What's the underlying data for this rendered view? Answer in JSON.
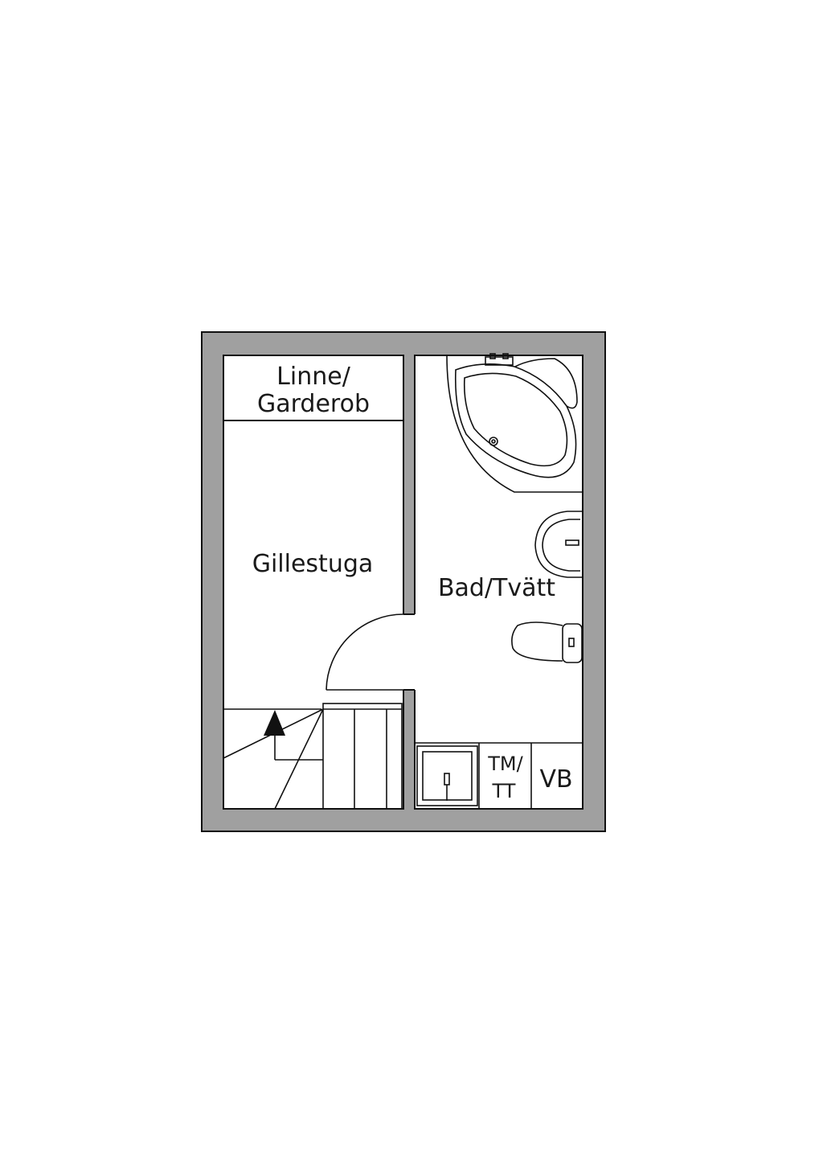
{
  "rooms": {
    "linne_line1": "Linne/",
    "linne_line2": "Garderob",
    "gillestuga": "Gillestuga",
    "bad": "Bad/Tvätt",
    "tm_line1": "TM/",
    "tm_line2": "TT",
    "vb": "VB"
  },
  "colors": {
    "wall": "#a0a0a0",
    "line": "#111111",
    "background": "#ffffff"
  }
}
